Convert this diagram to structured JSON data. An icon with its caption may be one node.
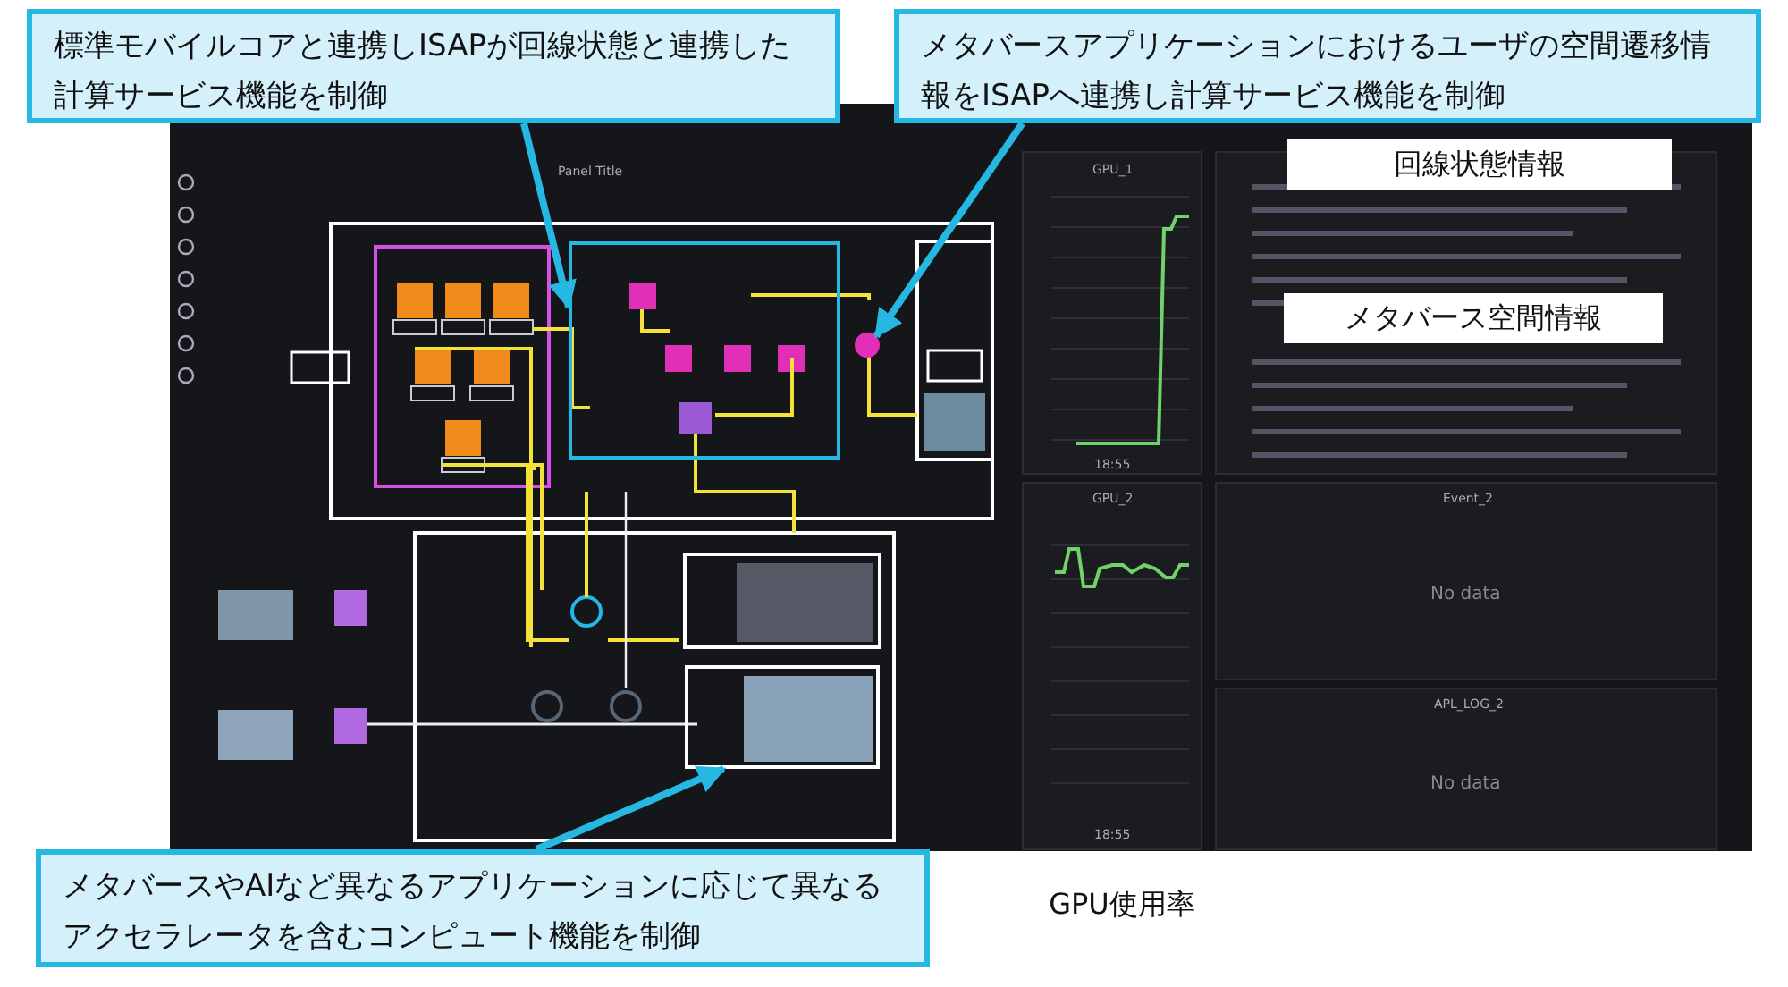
{
  "diagram": {
    "nodes": [
      {
        "text": [
          "標準モバイルコアと連携しISAPが回線状態と連携した計算サービス機能を制御"
        ]
      },
      {
        "text": [
          "メタバースアプリケーションにおけるユーザの空間遷移情報をISAPへ連携し計算サービス機能を制御"
        ]
      },
      {
        "text": [
          "メタバースやAIなど異なるアプリケーションに応じて異なるアクセラレータを含むコンピュート機能を制御"
        ]
      },
      {
        "text": [],
        "shape": "box"
      },
      {
        "text": [],
        "shape": "circle"
      },
      {
        "text": [],
        "shape": "box"
      }
    ],
    "edges": [
      {
        "from": 0,
        "to": 3,
        "arrow": "to"
      },
      {
        "from": 1,
        "to": 4,
        "arrow": "to"
      },
      {
        "from": 2,
        "to": 5,
        "arrow": "to"
      }
    ],
    "labels": [
      "回線状態情報",
      "メタバース空間情報",
      "Panel Title",
      "GPU_1",
      "18:55",
      "GPU_2",
      "18:55",
      "Event_2",
      "No data",
      "APL_LOG_2",
      "No data",
      "GPU使用率"
    ]
  }
}
